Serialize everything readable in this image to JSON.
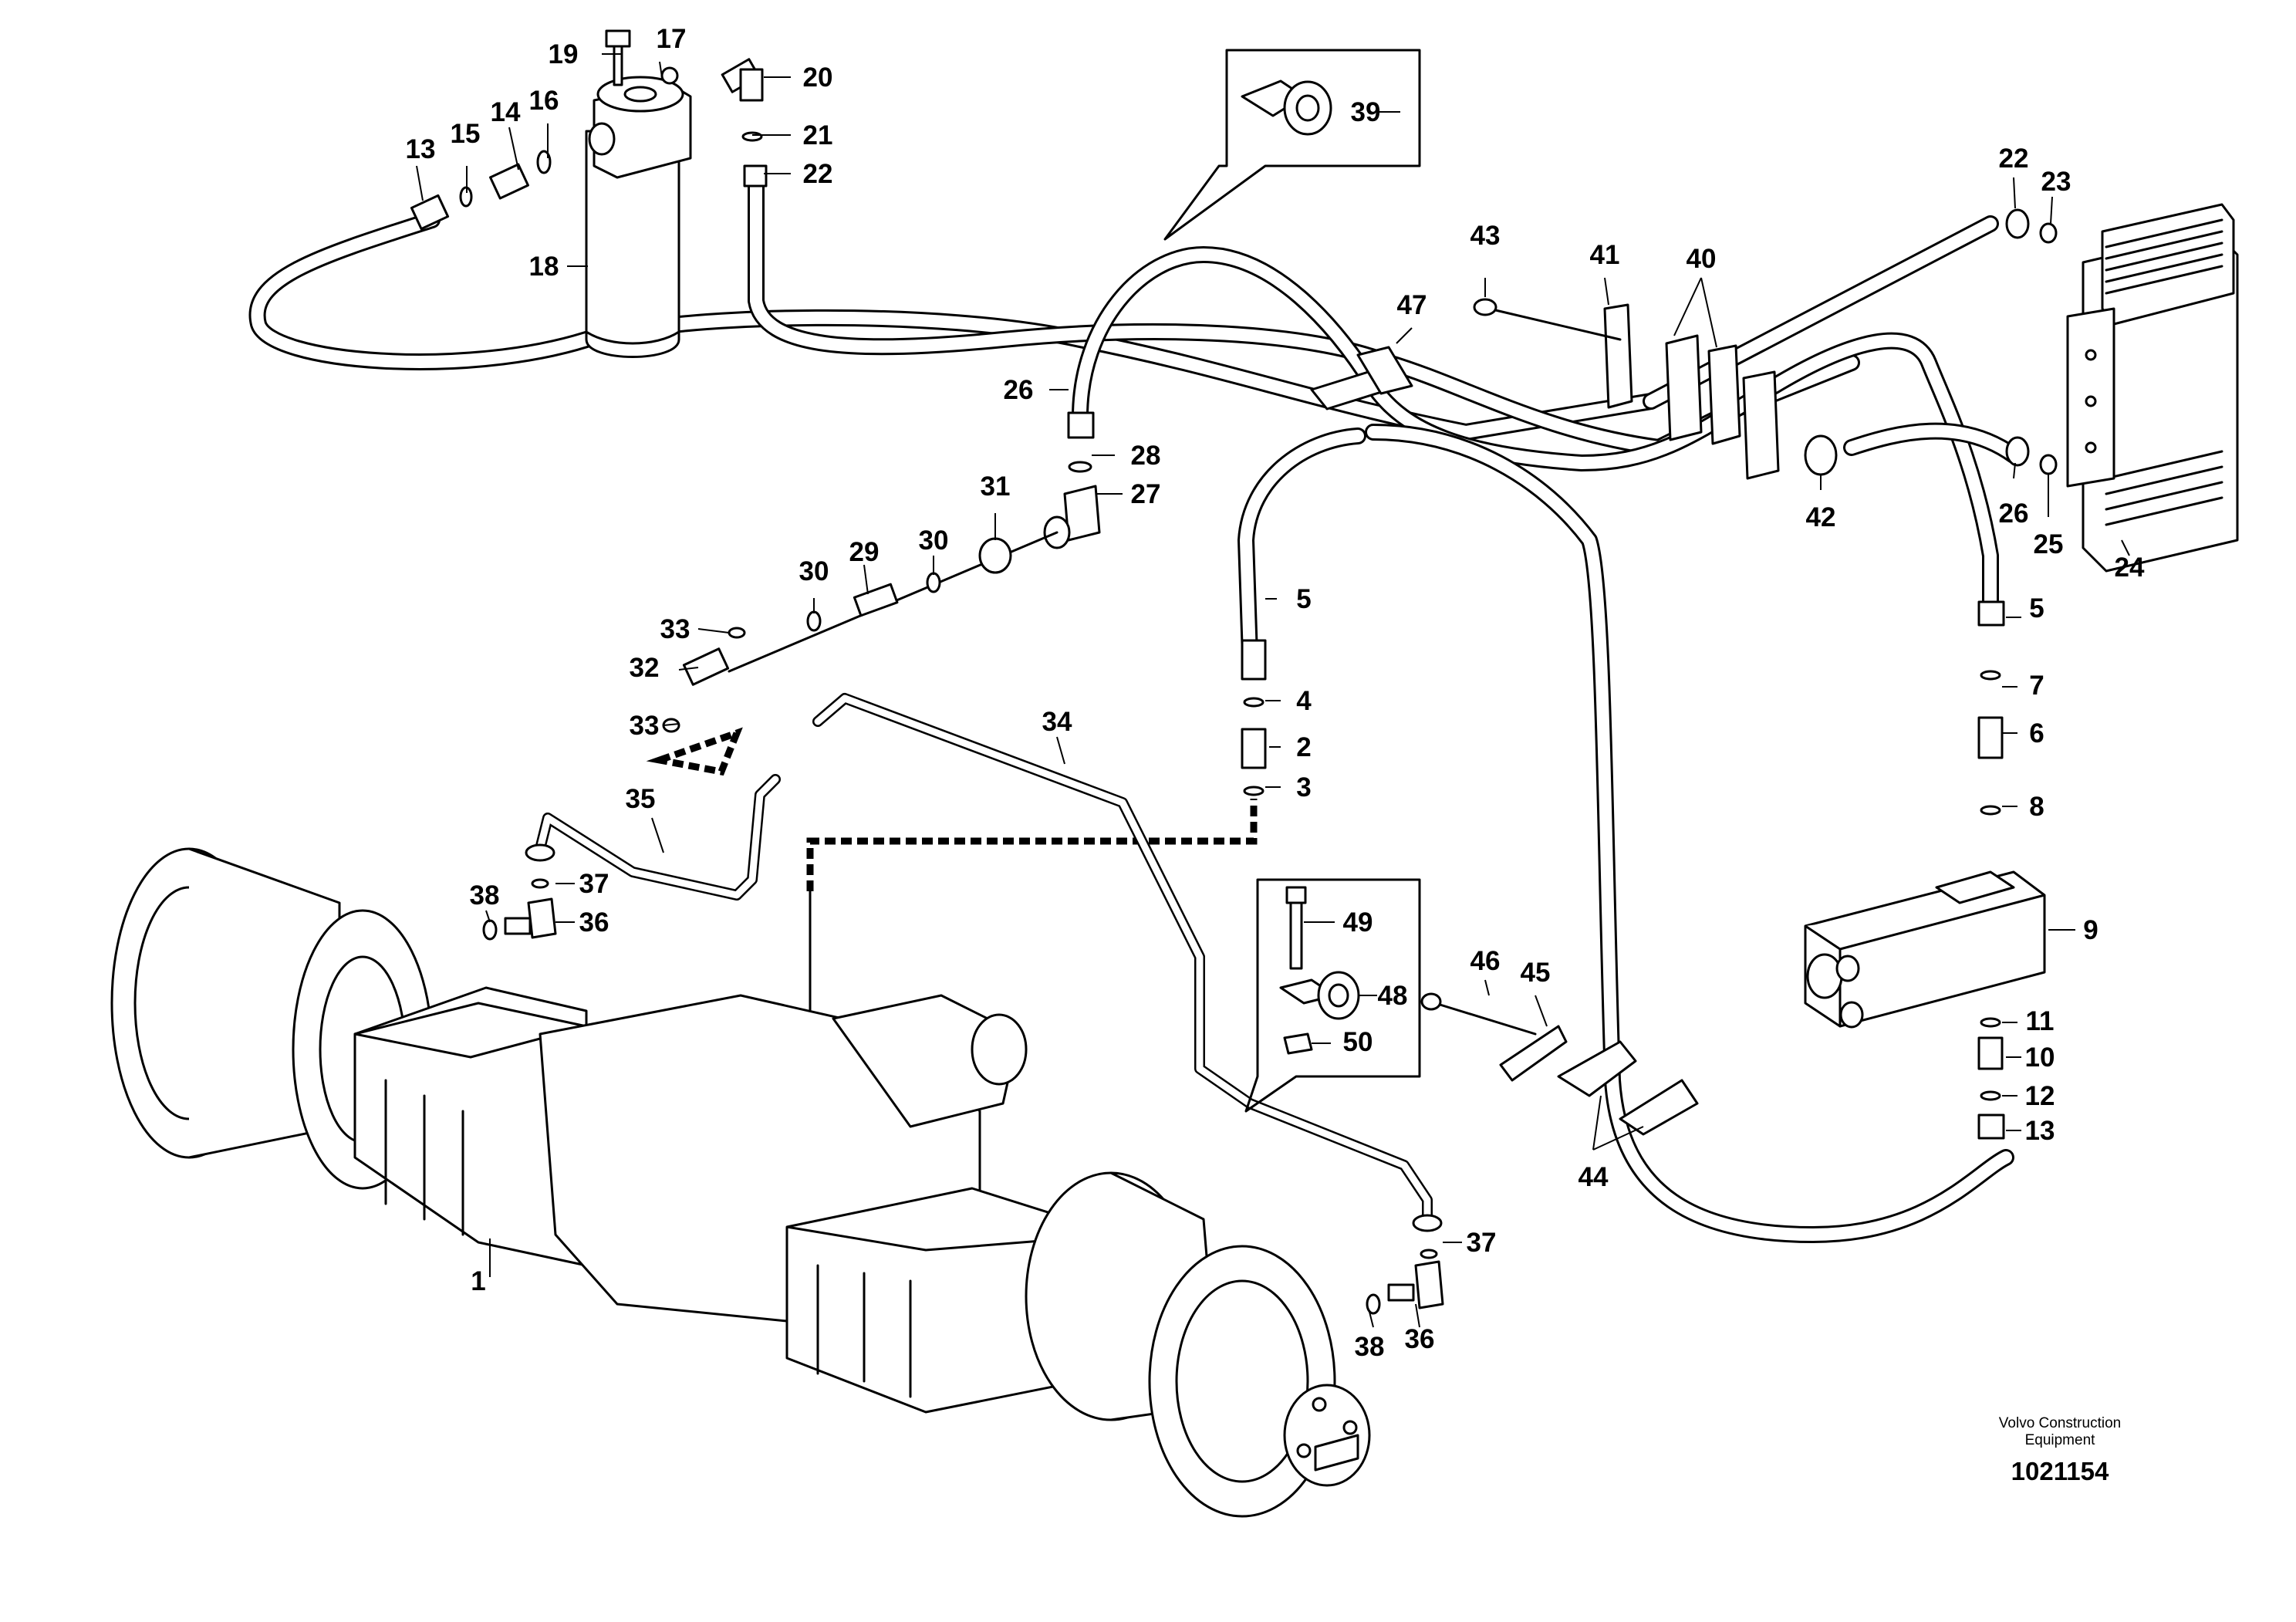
{
  "callouts": [
    "1",
    "2",
    "3",
    "4",
    "5",
    "5",
    "6",
    "7",
    "8",
    "9",
    "10",
    "11",
    "12",
    "13",
    "13",
    "14",
    "15",
    "16",
    "17",
    "18",
    "19",
    "20",
    "21",
    "22",
    "22",
    "23",
    "24",
    "25",
    "26",
    "26",
    "27",
    "28",
    "29",
    "30",
    "30",
    "31",
    "32",
    "33",
    "33",
    "34",
    "35",
    "36",
    "36",
    "37",
    "37",
    "38",
    "38",
    "39",
    "40",
    "41",
    "42",
    "43",
    "44",
    "45",
    "46",
    "47",
    "48",
    "49",
    "50"
  ],
  "credit": {
    "line1": "Volvo Construction",
    "line2": "Equipment",
    "number": "1021154"
  }
}
